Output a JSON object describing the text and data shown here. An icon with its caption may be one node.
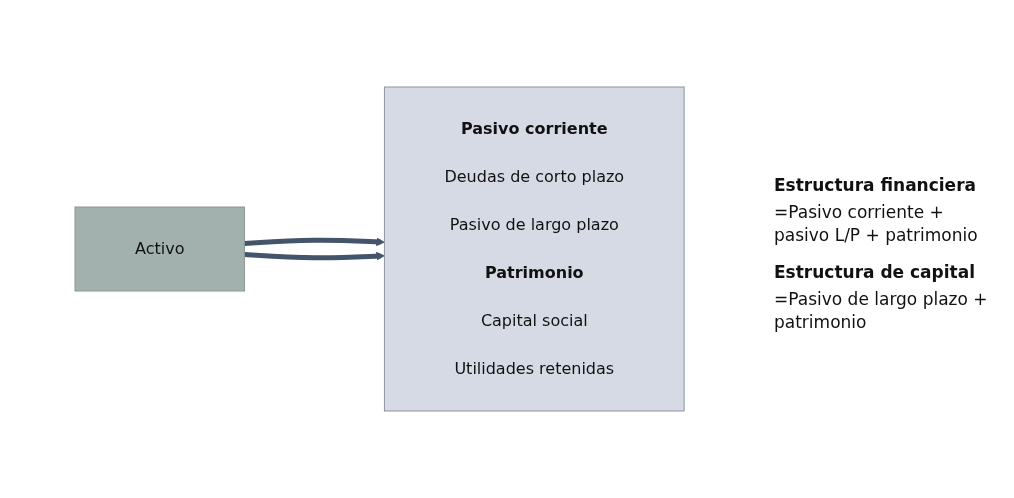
{
  "diagram": {
    "nodes": [
      {
        "text": [
          "Activo"
        ]
      },
      {
        "text": [
          "Pasivo corriente",
          "Deudas de corto plazo",
          "Pasivo de largo plazo",
          "Patrimonio",
          "Capital social",
          "Utilidades retenidas"
        ]
      }
    ],
    "edges": [
      {
        "from": 0,
        "to": 1,
        "arrow": "to"
      },
      {
        "from": 0,
        "to": 1,
        "arrow": "to"
      }
    ],
    "labels": [
      "Estructura financiera",
      "=Pasivo corriente + pasivo L/P + patrimonio",
      "Estructura de capital",
      "=Pasivo de largo plazo + patrimonio"
    ]
  }
}
